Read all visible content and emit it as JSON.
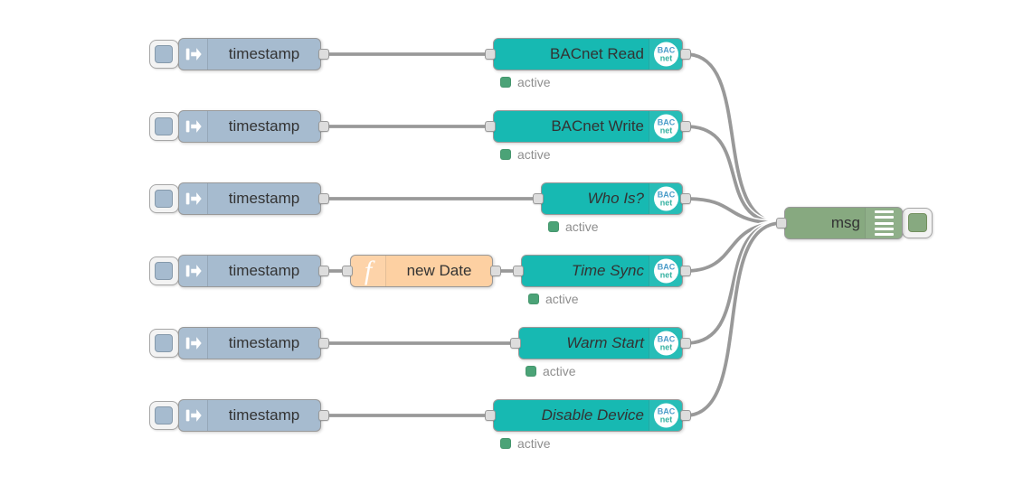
{
  "flow": {
    "inject_nodes": [
      {
        "label": "timestamp"
      },
      {
        "label": "timestamp"
      },
      {
        "label": "timestamp"
      },
      {
        "label": "timestamp"
      },
      {
        "label": "timestamp"
      },
      {
        "label": "timestamp"
      }
    ],
    "function_node": {
      "label": "new Date",
      "icon_glyph": "f"
    },
    "bacnet_nodes": [
      {
        "label": "BACnet Read",
        "status": "active"
      },
      {
        "label": "BACnet Write",
        "status": "active"
      },
      {
        "label": "Who Is?",
        "status": "active"
      },
      {
        "label": "Time Sync",
        "status": "active"
      },
      {
        "label": "Warm Start",
        "status": "active"
      },
      {
        "label": "Disable Device",
        "status": "active"
      }
    ],
    "debug_node": {
      "label": "msg"
    },
    "bacnet_badge": {
      "line1": "BAC",
      "line2": "net"
    },
    "icons": {
      "inject": "arrow-into-bar-icon",
      "function": "function-f-icon",
      "debug": "list-lines-icon",
      "bacnet": "bacnet-circle-icon"
    },
    "colors": {
      "inject_node": "#a6bbcf",
      "bacnet_node": "#17b9b2",
      "function_node": "#fdd0a2",
      "debug_node": "#87a980",
      "status_active": "#4ba377",
      "wire": "#999999",
      "label_text": "#333333",
      "status_text": "#8e8e8e",
      "bac_text_top": "#4b9cc9",
      "bac_text_bottom": "#35b2a2"
    }
  }
}
